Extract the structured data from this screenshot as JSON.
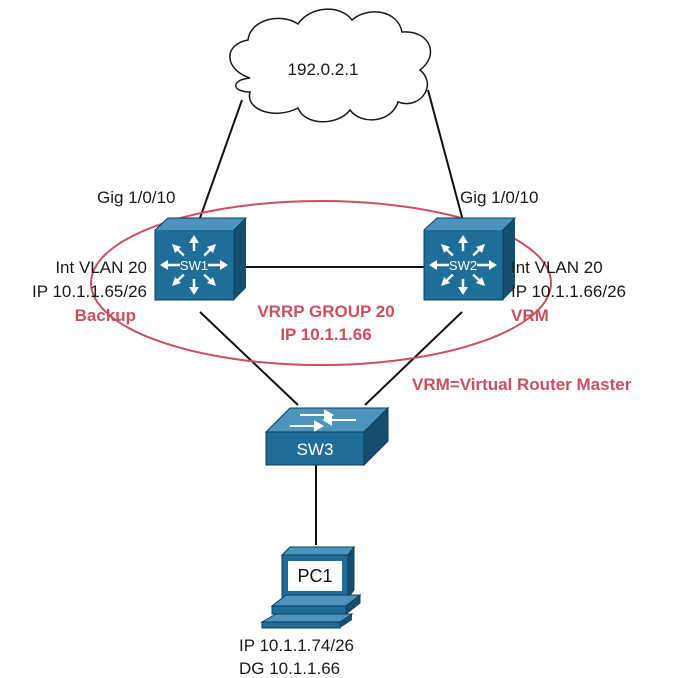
{
  "cloud": {
    "label": "192.0.2.1"
  },
  "sw1": {
    "name": "SW1",
    "uplink": "Gig 1/0/10",
    "interface": "Int VLAN 20",
    "ip": "IP 10.1.1.65/26",
    "role": "Backup"
  },
  "sw2": {
    "name": "SW2",
    "uplink": "Gig 1/0/10",
    "interface": "Int VLAN 20",
    "ip": "IP 10.1.1.66/26",
    "role": "VRM"
  },
  "vrrp": {
    "group": "VRRP GROUP 20",
    "ip": "IP 10.1.1.66"
  },
  "legend": {
    "vrm_definition": "VRM=Virtual Router Master"
  },
  "sw3": {
    "name": "SW3"
  },
  "pc1": {
    "name": "PC1",
    "ip": "IP 10.1.1.74/26",
    "dg": "DG 10.1.1.66"
  },
  "colors": {
    "device_blue": "#1f6e9a",
    "device_blue_dark": "#154f70",
    "device_blue_light": "#4d94bd",
    "vrrp_red": "#cc4f5e"
  }
}
